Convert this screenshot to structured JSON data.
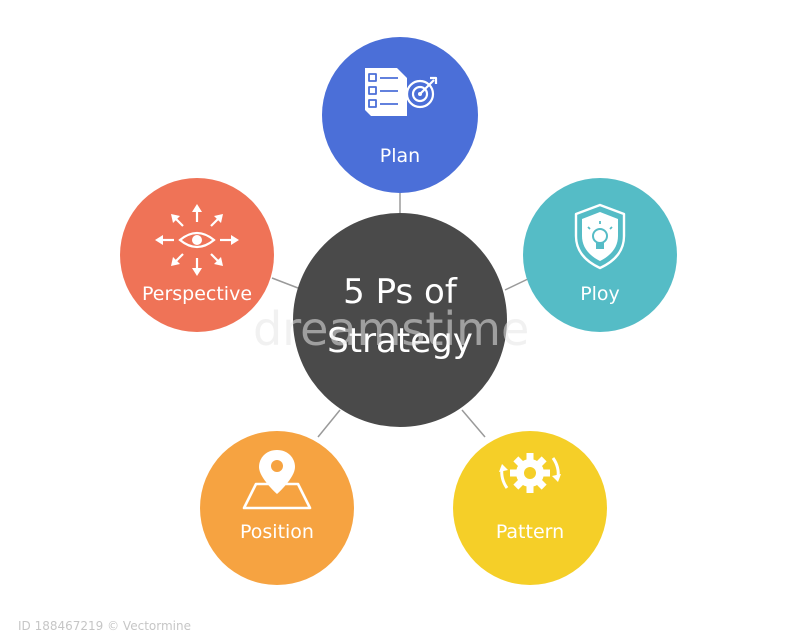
{
  "center": {
    "line1": "5 Ps of",
    "line2": "Strategy",
    "color": "#4a4a4a"
  },
  "nodes": [
    {
      "label": "Plan",
      "color": "#4b6fd8",
      "icon": "checklist-target-icon"
    },
    {
      "label": "Ploy",
      "color": "#55bcc6",
      "icon": "shield-lightbulb-icon"
    },
    {
      "label": "Pattern",
      "color": "#f5cf28",
      "icon": "gear-cycle-icon"
    },
    {
      "label": "Position",
      "color": "#f6a341",
      "icon": "map-pin-icon"
    },
    {
      "label": "Perspective",
      "color": "#ef7357",
      "icon": "eye-arrows-icon"
    }
  ],
  "connector_color": "#9a9a9a",
  "watermark": {
    "text": "dreamstime",
    "id": "ID 188467219 © Vectormine"
  }
}
